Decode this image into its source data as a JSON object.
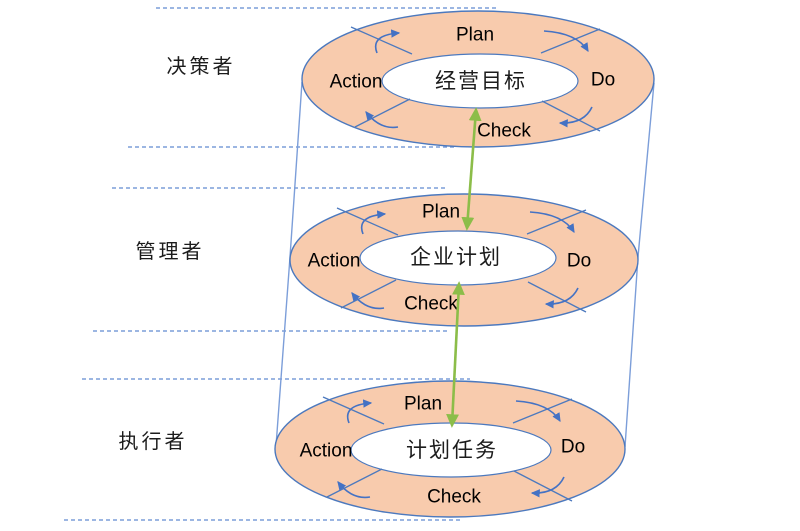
{
  "diagram": {
    "type": "stacked-pdca-cycles",
    "levels": [
      {
        "role": "决策者",
        "goal": "经营目标",
        "labels": {
          "plan": "Plan",
          "do": "Do",
          "check": "Check",
          "action": "Action"
        }
      },
      {
        "role": "管理者",
        "goal": "企业计划",
        "labels": {
          "plan": "Plan",
          "do": "Do",
          "check": "Check",
          "action": "Action"
        }
      },
      {
        "role": "执行者",
        "goal": "计划任务",
        "labels": {
          "plan": "Plan",
          "do": "Do",
          "check": "Check",
          "action": "Action"
        }
      }
    ],
    "colors": {
      "ring_fill": "#F8CBAD",
      "ring_stroke": "#4C79BE",
      "flow_arrow": "#4472C4",
      "link_arrow": "#8CBD49",
      "guide_line": "#7C9ED9",
      "text": "#000000"
    }
  }
}
